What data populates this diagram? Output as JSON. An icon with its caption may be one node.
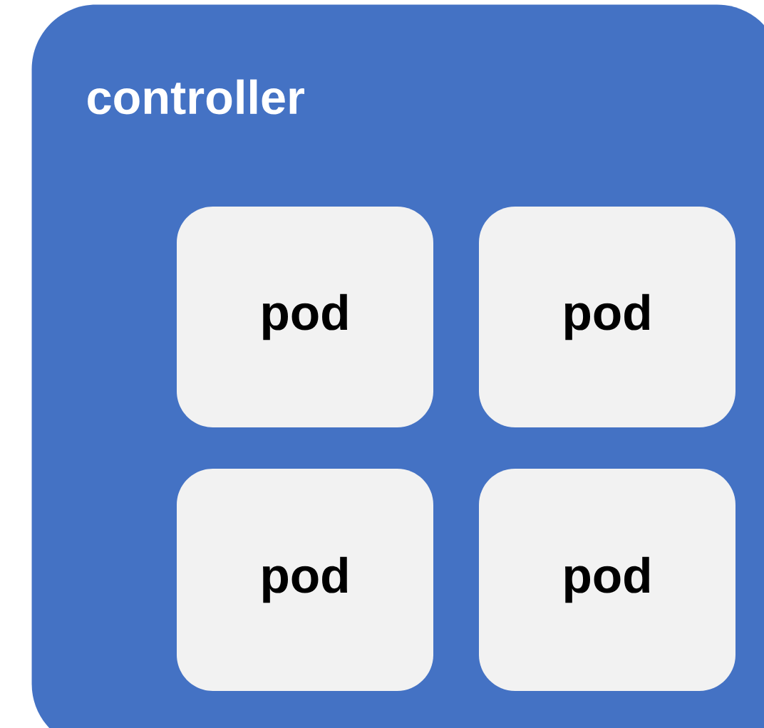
{
  "diagram": {
    "nodes": [
      {
        "text": [
          "controller"
        ]
      },
      {
        "text": [
          "pod"
        ],
        "in": 0
      },
      {
        "text": [
          "pod"
        ],
        "in": 0
      },
      {
        "text": [
          "pod"
        ],
        "in": 0
      },
      {
        "text": [
          "pod"
        ],
        "in": 0
      }
    ]
  }
}
